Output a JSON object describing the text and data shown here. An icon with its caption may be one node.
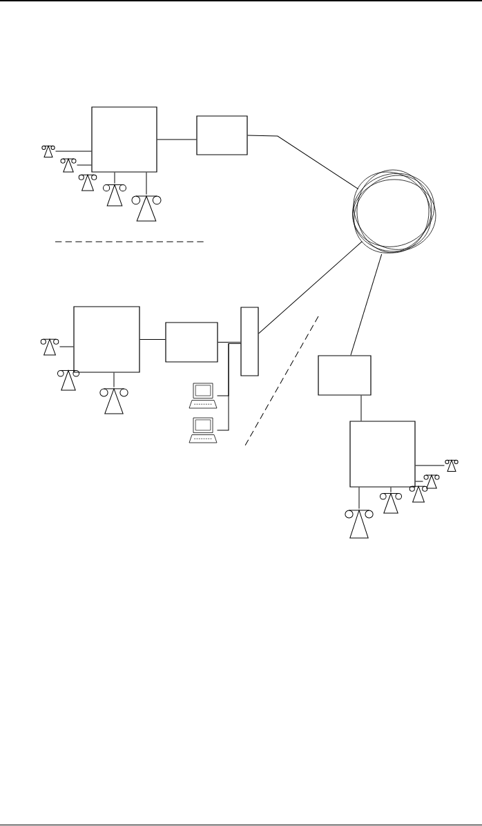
{
  "diagram": {
    "nodes": [
      {
        "text": [],
        "shape": "box"
      },
      {
        "text": [],
        "shape": "box"
      },
      {
        "text": [],
        "shape": "cloud"
      },
      {
        "text": [],
        "shape": "telephone"
      },
      {
        "text": [],
        "shape": "telephone"
      },
      {
        "text": [],
        "shape": "telephone"
      },
      {
        "text": [],
        "shape": "telephone"
      },
      {
        "text": [],
        "shape": "telephone"
      },
      {
        "text": [],
        "shape": "box"
      },
      {
        "text": [],
        "shape": "box"
      },
      {
        "text": [],
        "shape": "bar"
      },
      {
        "text": [],
        "shape": "computer"
      },
      {
        "text": [],
        "shape": "computer"
      },
      {
        "text": [],
        "shape": "telephone"
      },
      {
        "text": [],
        "shape": "telephone"
      },
      {
        "text": [],
        "shape": "telephone"
      },
      {
        "text": [],
        "shape": "box"
      },
      {
        "text": [],
        "shape": "box"
      },
      {
        "text": [],
        "shape": "telephone"
      },
      {
        "text": [],
        "shape": "telephone"
      },
      {
        "text": [],
        "shape": "telephone"
      },
      {
        "text": [],
        "shape": "telephone"
      },
      {
        "text": [],
        "shape": "telephone"
      }
    ],
    "edges": [
      {
        "from": 3,
        "to": 0,
        "arrow": "none"
      },
      {
        "from": 4,
        "to": 0,
        "arrow": "none"
      },
      {
        "from": 6,
        "to": 0,
        "arrow": "none"
      },
      {
        "from": 7,
        "to": 0,
        "arrow": "none"
      },
      {
        "from": 0,
        "to": 1,
        "arrow": "none"
      },
      {
        "from": 1,
        "to": 2,
        "arrow": "none"
      },
      {
        "from": 10,
        "to": 2,
        "arrow": "none"
      },
      {
        "from": 8,
        "to": 9,
        "arrow": "none"
      },
      {
        "from": 9,
        "to": 10,
        "arrow": "none"
      },
      {
        "from": 11,
        "to": 10,
        "arrow": "none"
      },
      {
        "from": 12,
        "to": 10,
        "arrow": "none"
      },
      {
        "from": 13,
        "to": 8,
        "arrow": "none"
      },
      {
        "from": 15,
        "to": 8,
        "arrow": "none"
      },
      {
        "from": 2,
        "to": 16,
        "arrow": "none"
      },
      {
        "from": 16,
        "to": 17,
        "arrow": "none"
      },
      {
        "from": 18,
        "to": 17,
        "arrow": "none"
      },
      {
        "from": 19,
        "to": 17,
        "arrow": "none"
      },
      {
        "from": 21,
        "to": 17,
        "arrow": "none"
      },
      {
        "from": 22,
        "to": 17,
        "arrow": "none"
      }
    ]
  }
}
